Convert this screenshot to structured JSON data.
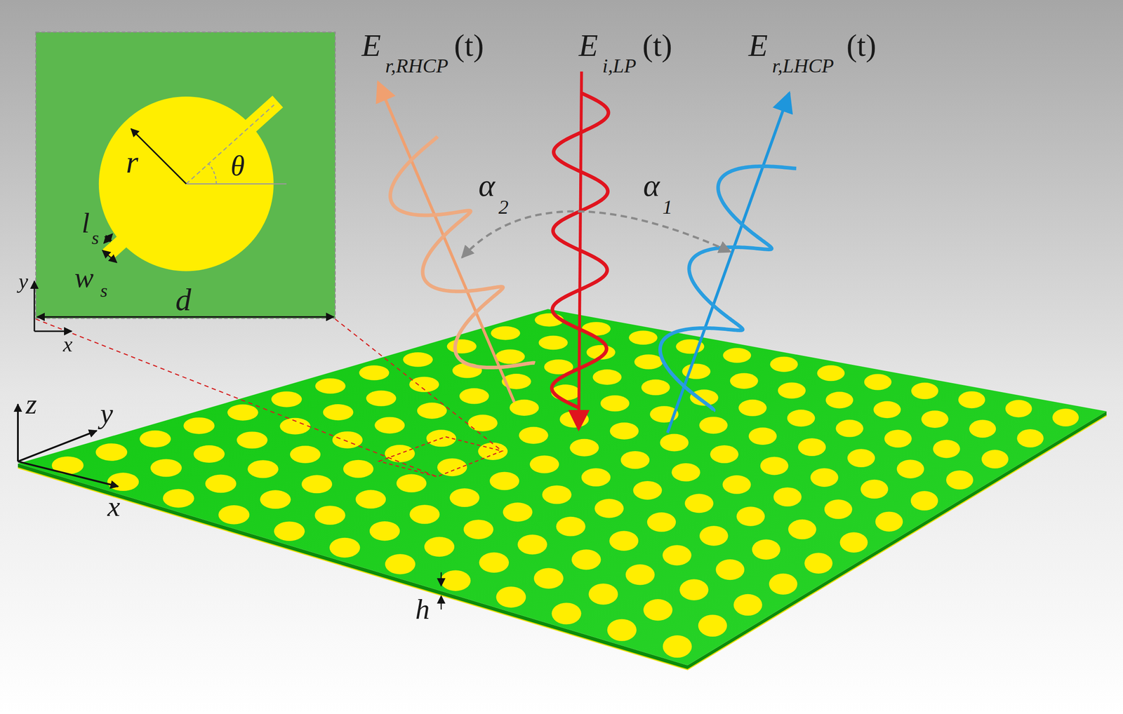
{
  "diagram": {
    "labels": [
      "E",
      "r,RHCP",
      "(t)",
      "E",
      "i,LP",
      "(t)",
      "E",
      "r,LHCP",
      "(t)",
      "α",
      "2",
      "α",
      "1",
      "r",
      "θ",
      "l",
      "s",
      "w",
      "s",
      "d",
      "y",
      "x",
      "z",
      "y",
      "x",
      "h"
    ]
  }
}
